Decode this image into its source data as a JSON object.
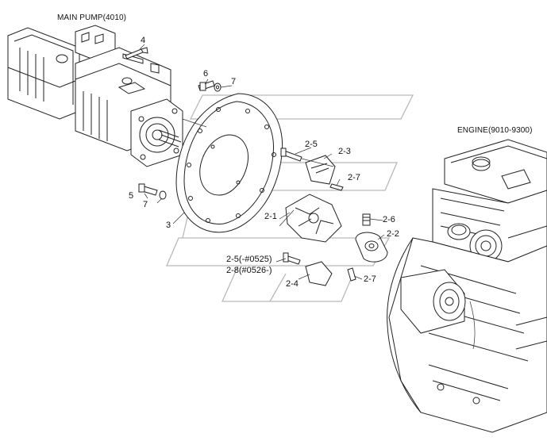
{
  "titles": {
    "main_pump": "MAIN PUMP(4010)",
    "engine": "ENGINE(9010-9300)"
  },
  "callouts": {
    "c4": "4",
    "c6": "6",
    "c7a": "7",
    "c5": "5",
    "c7b": "7",
    "c3": "3",
    "c2_5": "2-5",
    "c2_3": "2-3",
    "c2_7a": "2-7",
    "c2_1": "2-1",
    "c2_6": "2-6",
    "c2_2": "2-2",
    "c2_5_serial": "2-5(-#0525)",
    "c2_8_serial": "2-8(#0526-)",
    "c2_4": "2-4",
    "c2_7b": "2-7"
  }
}
